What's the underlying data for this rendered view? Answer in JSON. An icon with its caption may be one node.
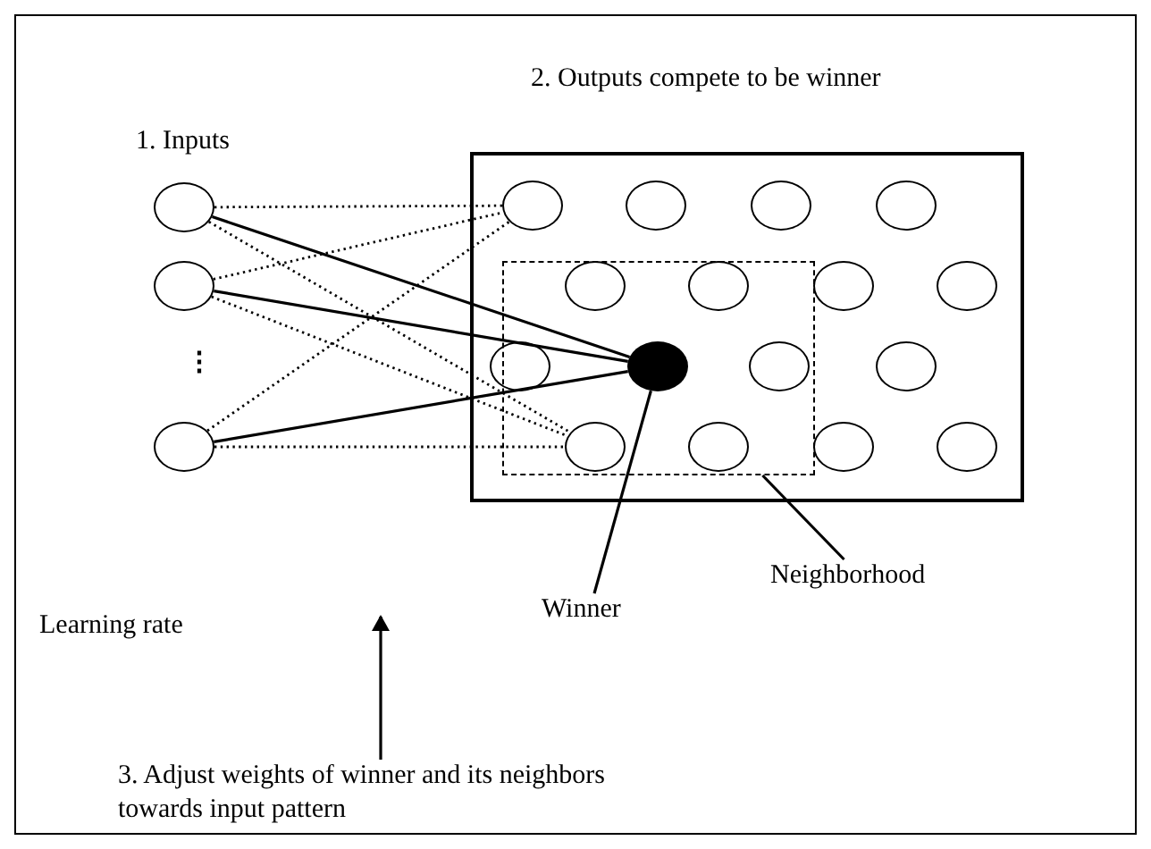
{
  "diagram": {
    "nodes": [
      {
        "text": [],
        "shape": "circle"
      },
      {
        "text": [],
        "shape": "circle"
      },
      {
        "text": [],
        "shape": "circle"
      },
      {
        "text": [
          "2. Outputs compete to be winner"
        ]
      },
      {
        "text": [],
        "shape": "box",
        "in": 3
      },
      {
        "text": [],
        "shape": "circle",
        "in": 3
      },
      {
        "text": [],
        "shape": "circle",
        "in": 3
      },
      {
        "text": [],
        "shape": "circle",
        "in": 3
      },
      {
        "text": [],
        "shape": "circle",
        "in": 3
      },
      {
        "text": [],
        "shape": "circle",
        "in": 4
      },
      {
        "text": [],
        "shape": "circle",
        "in": 4
      },
      {
        "text": [],
        "shape": "circle",
        "in": 3
      },
      {
        "text": [],
        "shape": "circle",
        "in": 3
      },
      {
        "text": [],
        "shape": "circle",
        "in": 3
      },
      {
        "text": [],
        "shape": "dot",
        "in": 4
      },
      {
        "text": [],
        "shape": "circle",
        "in": 4
      },
      {
        "text": [],
        "shape": "circle",
        "in": 3
      },
      {
        "text": [],
        "shape": "circle",
        "in": 4
      },
      {
        "text": [],
        "shape": "circle",
        "in": 4
      },
      {
        "text": [],
        "shape": "circle",
        "in": 3
      },
      {
        "text": [],
        "shape": "circle",
        "in": 3
      },
      {
        "text": [
          "Winner"
        ]
      },
      {
        "text": [
          "Neighborhood"
        ]
      },
      {
        "text": [
          "3. Adjust weights of winner and its neighbors towards input pattern"
        ]
      }
    ],
    "edges": [
      {
        "from": 0,
        "to": 5,
        "arrow": "none",
        "style": "dashed"
      },
      {
        "from": 0,
        "to": 17,
        "arrow": "none",
        "style": "dashed"
      },
      {
        "from": 1,
        "to": 5,
        "arrow": "none",
        "style": "dashed"
      },
      {
        "from": 1,
        "to": 17,
        "arrow": "none",
        "style": "dashed"
      },
      {
        "from": 2,
        "to": 5,
        "arrow": "none",
        "style": "dashed"
      },
      {
        "from": 2,
        "to": 17,
        "arrow": "none",
        "style": "dashed"
      },
      {
        "from": 0,
        "to": 14,
        "arrow": "none"
      },
      {
        "from": 1,
        "to": 14,
        "arrow": "none"
      },
      {
        "from": 2,
        "to": 14,
        "arrow": "none"
      },
      {
        "from": 21,
        "to": 14,
        "arrow": "none"
      },
      {
        "from": 22,
        "to": 4,
        "arrow": "none"
      },
      {
        "from": 23,
        "to": null,
        "arrow": "to"
      }
    ],
    "labels": [
      "1. Inputs",
      "⋮",
      "Learning rate"
    ]
  }
}
